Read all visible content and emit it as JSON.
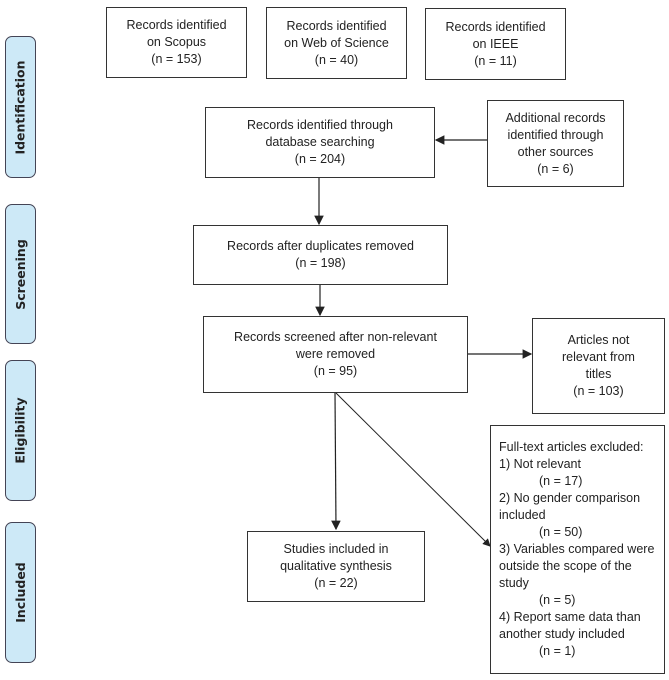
{
  "stages": [
    "Identification",
    "Screening",
    "Eligibility",
    "Included"
  ],
  "boxes": {
    "scopus": [
      "Records identified",
      "on Scopus",
      "(n = 153)"
    ],
    "wos": [
      "Records identified",
      "on Web of Science",
      "(n = 40)"
    ],
    "ieee": [
      "Records identified",
      "on IEEE",
      "(n = 11)"
    ],
    "database": [
      "Records identified through",
      "database searching",
      "(n = 204)"
    ],
    "additional": [
      "Additional records",
      "identified through",
      "other sources",
      "(n = 6)"
    ],
    "duplicates": [
      "Records after duplicates removed",
      "(n = 198)"
    ],
    "screened": [
      "Records screened after non-relevant",
      "were removed",
      "(n = 95)"
    ],
    "not_relevant": [
      "Articles not",
      "relevant from",
      "titles",
      "(n = 103)"
    ],
    "included": [
      "Studies included in",
      "qualitative synthesis",
      "(n = 22)"
    ],
    "excluded": {
      "title": "Full-text articles excluded:",
      "reasons": [
        {
          "text": "1) Not  relevant",
          "n": "(n = 17)"
        },
        {
          "text": "2) No gender comparison included",
          "n": "(n =  50)"
        },
        {
          "text": "3) Variables compared were outside the scope of the study",
          "n": "(n = 5)"
        },
        {
          "text": "4) Report same data than another study included",
          "n": "(n = 1)"
        }
      ]
    }
  },
  "colors": {
    "stage_fill": "#cde9f7",
    "line": "#222222"
  }
}
